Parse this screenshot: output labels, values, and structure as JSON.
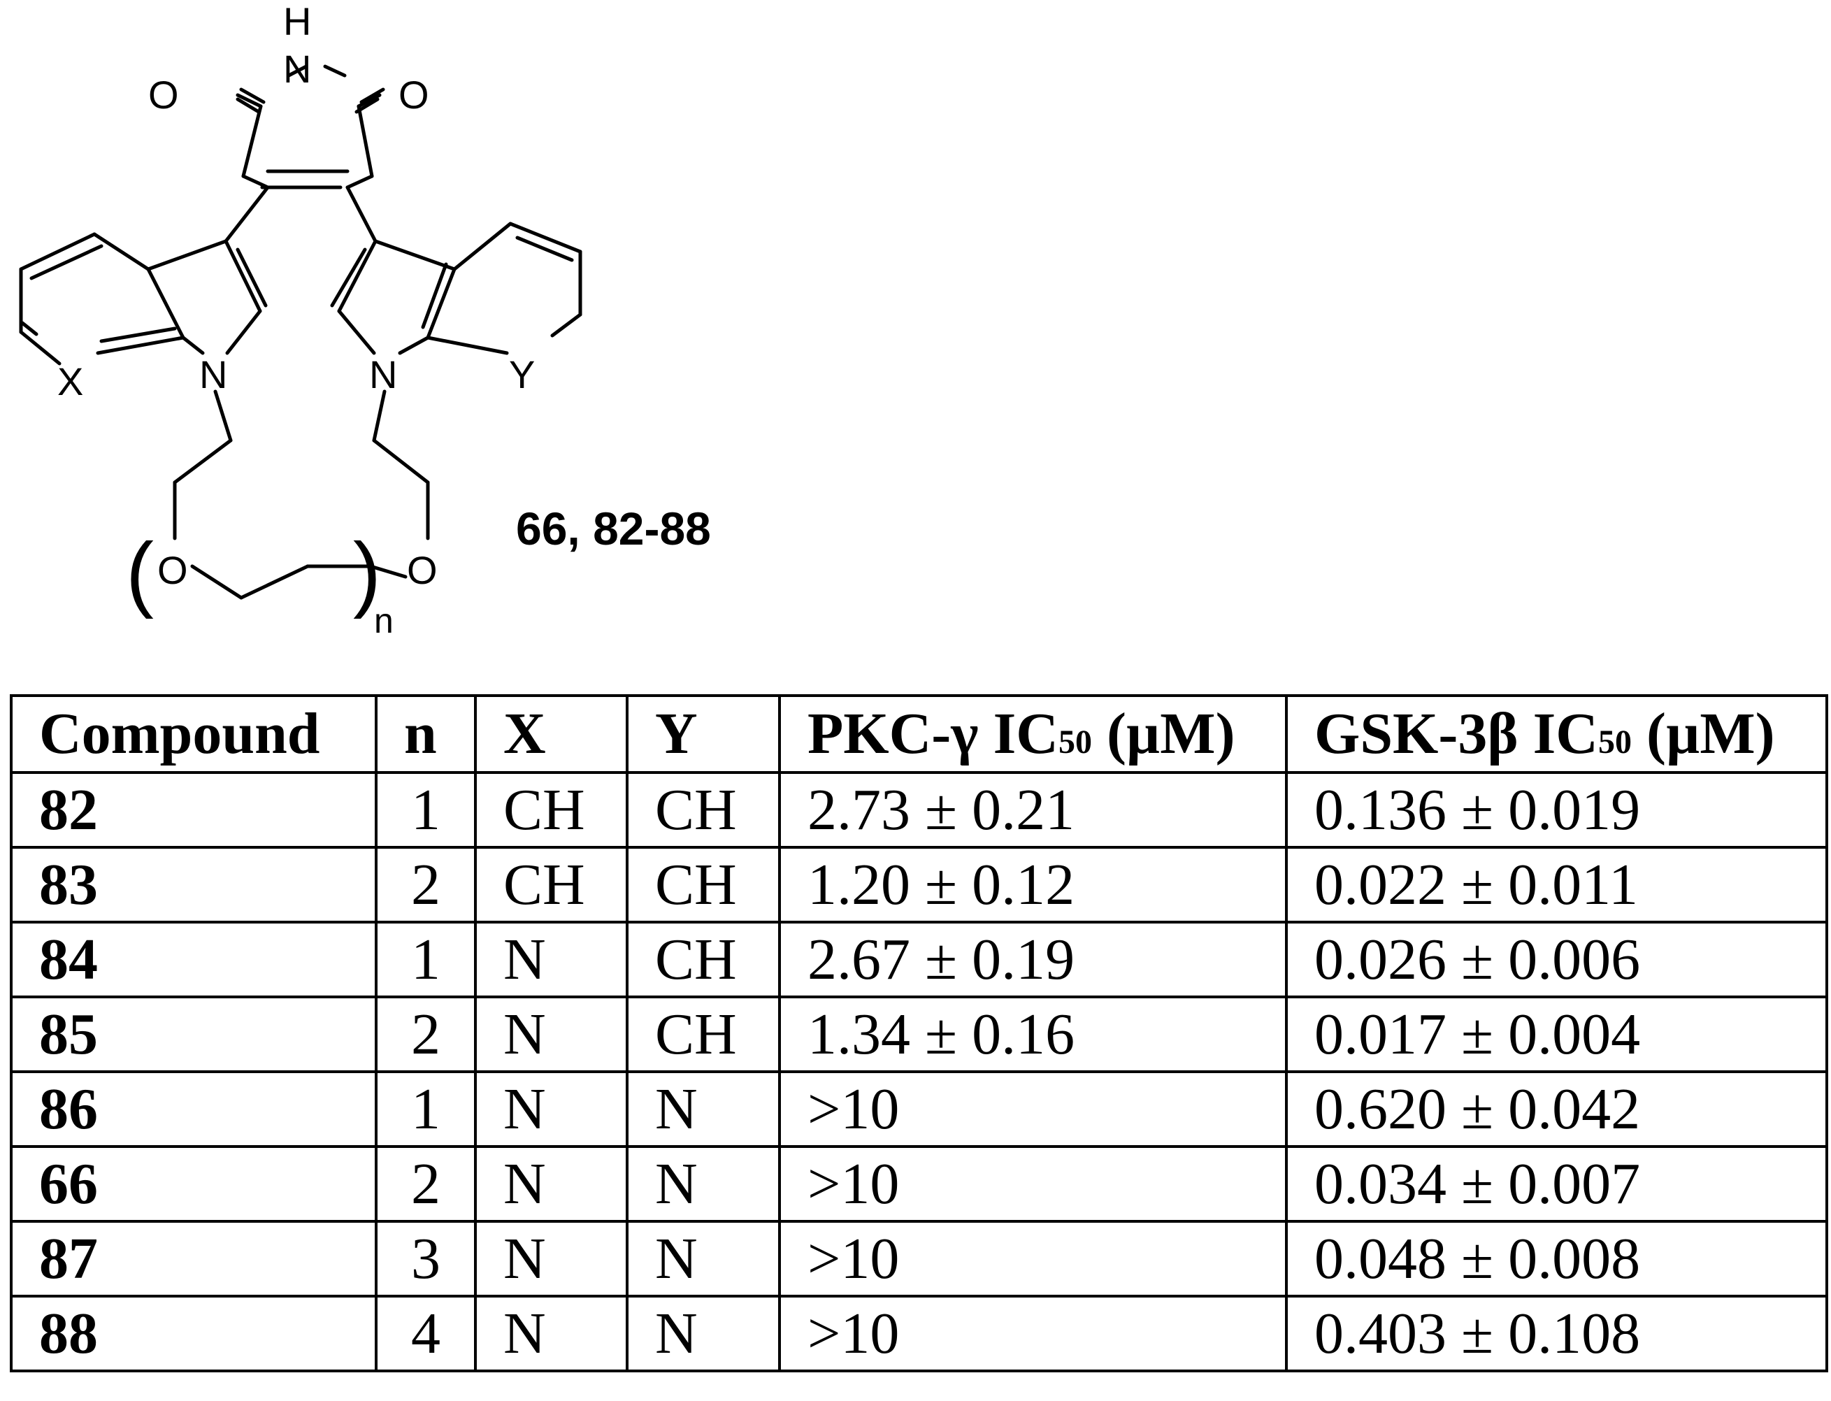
{
  "structure": {
    "atoms": {
      "imide_h": "H",
      "imide_n": "N",
      "oxygen_left": "O",
      "oxygen_right": "O",
      "x_label": "X",
      "y_label": "Y",
      "n_left": "N",
      "n_right": "N",
      "chain_o_left": "O",
      "chain_o_right": "O",
      "repeat_open": "(",
      "repeat_close": ")",
      "repeat_n": "n"
    },
    "compound_label": "66, 82-88"
  },
  "table": {
    "headers": [
      {
        "main": "Compound",
        "sub": "",
        "tail": ""
      },
      {
        "main": "n",
        "sub": "",
        "tail": ""
      },
      {
        "main": "X",
        "sub": "",
        "tail": ""
      },
      {
        "main": "Y",
        "sub": "",
        "tail": ""
      },
      {
        "main": "PKC-γ IC",
        "sub": "50",
        "tail": " (µM)"
      },
      {
        "main": "GSK-3β IC",
        "sub": "50",
        "tail": " (µM)"
      }
    ],
    "rows": [
      {
        "compound": "82",
        "n": "1",
        "x": "CH",
        "y": "CH",
        "pkc": "2.73 ± 0.21",
        "gsk": "0.136 ± 0.019"
      },
      {
        "compound": "83",
        "n": "2",
        "x": "CH",
        "y": "CH",
        "pkc": "1.20 ± 0.12",
        "gsk": "0.022 ± 0.011"
      },
      {
        "compound": "84",
        "n": "1",
        "x": "N",
        "y": "CH",
        "pkc": "2.67 ± 0.19",
        "gsk": "0.026 ± 0.006"
      },
      {
        "compound": "85",
        "n": "2",
        "x": "N",
        "y": "CH",
        "pkc": "1.34 ± 0.16",
        "gsk": "0.017 ± 0.004"
      },
      {
        "compound": "86",
        "n": "1",
        "x": "N",
        "y": "N",
        "pkc": ">10",
        "gsk": "0.620 ± 0.042"
      },
      {
        "compound": "66",
        "n": "2",
        "x": "N",
        "y": "N",
        "pkc": ">10",
        "gsk": "0.034 ± 0.007"
      },
      {
        "compound": "87",
        "n": "3",
        "x": "N",
        "y": "N",
        "pkc": ">10",
        "gsk": "0.048 ± 0.008"
      },
      {
        "compound": "88",
        "n": "4",
        "x": "N",
        "y": "N",
        "pkc": ">10",
        "gsk": "0.403 ± 0.108"
      }
    ]
  }
}
